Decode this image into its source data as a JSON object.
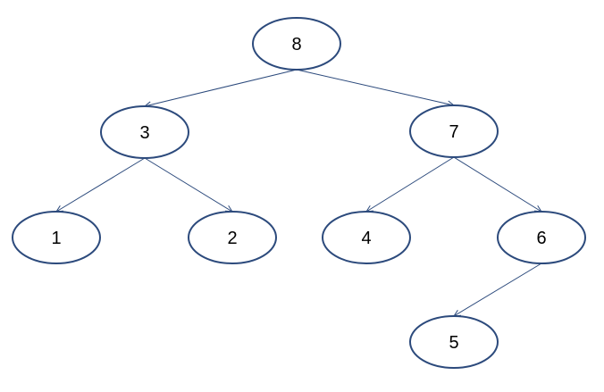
{
  "tree": {
    "nodes": [
      {
        "id": "n8",
        "label": "8"
      },
      {
        "id": "n3",
        "label": "3"
      },
      {
        "id": "n7",
        "label": "7"
      },
      {
        "id": "n1",
        "label": "1"
      },
      {
        "id": "n2",
        "label": "2"
      },
      {
        "id": "n4",
        "label": "4"
      },
      {
        "id": "n6",
        "label": "6"
      },
      {
        "id": "n5",
        "label": "5"
      }
    ],
    "edges": [
      {
        "from": "n8",
        "to": "n3"
      },
      {
        "from": "n8",
        "to": "n7"
      },
      {
        "from": "n3",
        "to": "n1"
      },
      {
        "from": "n3",
        "to": "n2"
      },
      {
        "from": "n7",
        "to": "n4"
      },
      {
        "from": "n7",
        "to": "n6"
      },
      {
        "from": "n6",
        "to": "n5"
      }
    ],
    "colors": {
      "stroke": "#2c4a7c",
      "fill": "#ffffff",
      "text": "#000000"
    }
  }
}
